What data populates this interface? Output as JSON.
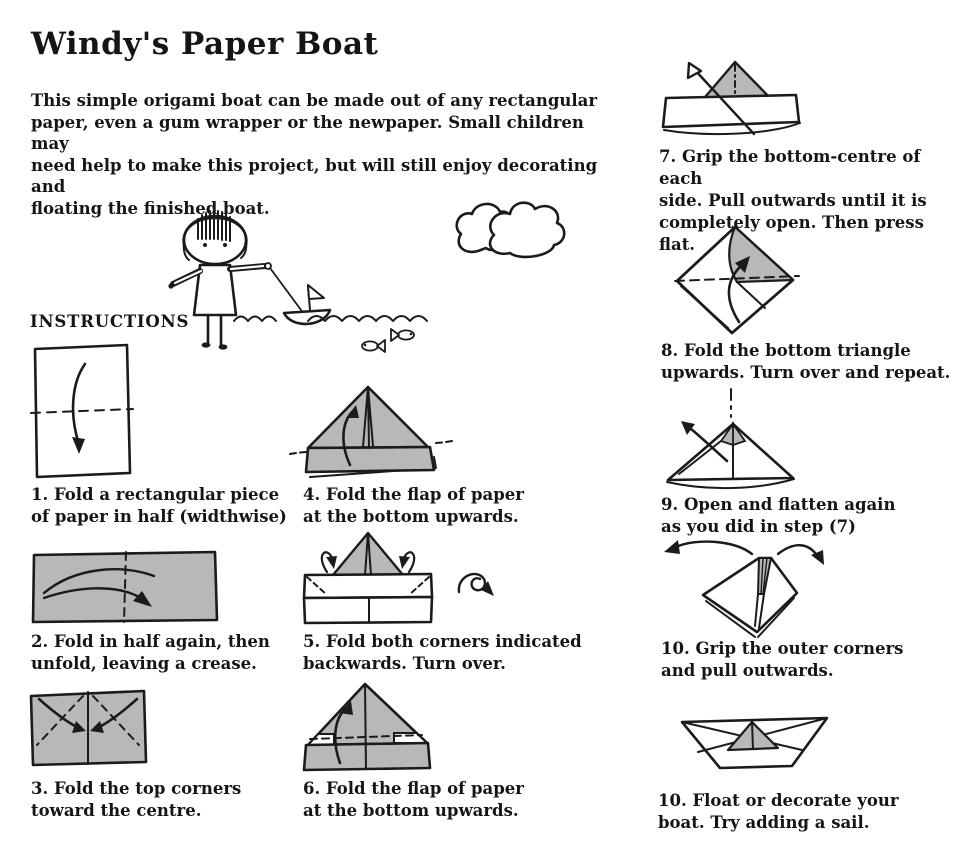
{
  "page": {
    "title": "Windy's Paper Boat",
    "intro": "This simple origami boat can be made out of any rectangular\npaper, even a gum wrapper or the newpaper. Small children may\nneed help to make this project, but will still enjoy decorating and\nfloating the finished boat.",
    "instructions_heading": "INSTRUCTIONS"
  },
  "steps": [
    {
      "number": "1",
      "caption": "1. Fold a rectangular piece\nof paper in half (widthwise)"
    },
    {
      "number": "2",
      "caption": "2. Fold in half again, then\nunfold, leaving a crease."
    },
    {
      "number": "3",
      "caption": "3. Fold the top corners\ntoward the centre."
    },
    {
      "number": "4",
      "caption": "4. Fold the flap of paper\nat the bottom upwards."
    },
    {
      "number": "5",
      "caption": "5. Fold both corners indicated\nbackwards. Turn over."
    },
    {
      "number": "6",
      "caption": "6. Fold the flap of paper\nat the bottom upwards."
    },
    {
      "number": "7",
      "caption": "7. Grip the bottom-centre of each\nside. Pull outwards until it is\ncompletely open. Then press flat."
    },
    {
      "number": "8",
      "caption": "8. Fold the bottom triangle\nupwards. Turn over and repeat."
    },
    {
      "number": "9",
      "caption": "9. Open and flatten again\nas you did in step (7)"
    },
    {
      "number": "10",
      "caption": "10. Grip the outer corners\nand pull outwards."
    },
    {
      "number": "10",
      "caption": "10. Float or decorate your\nboat. Try adding a sail."
    }
  ],
  "illustrations": {
    "scene": "girl-pulling-paper-boat-on-water",
    "step_icons": [
      "rectangle-fold-down-diagram",
      "rectangle-crease-diagram",
      "square-fold-corners-diagram",
      "triangle-flap-up-diagram",
      "corners-backwards-turn-over-diagram",
      "triangle-flap-up-again-diagram",
      "hat-pull-open-diagram",
      "diamond-fold-up-diagram",
      "triangle-open-flatten-diagram",
      "kite-pull-outwards-diagram",
      "finished-paper-boat-diagram"
    ]
  },
  "colors": {
    "ink": "#1b1b1b",
    "paper_gray": "#b8b8b8",
    "background": "#ffffff"
  }
}
